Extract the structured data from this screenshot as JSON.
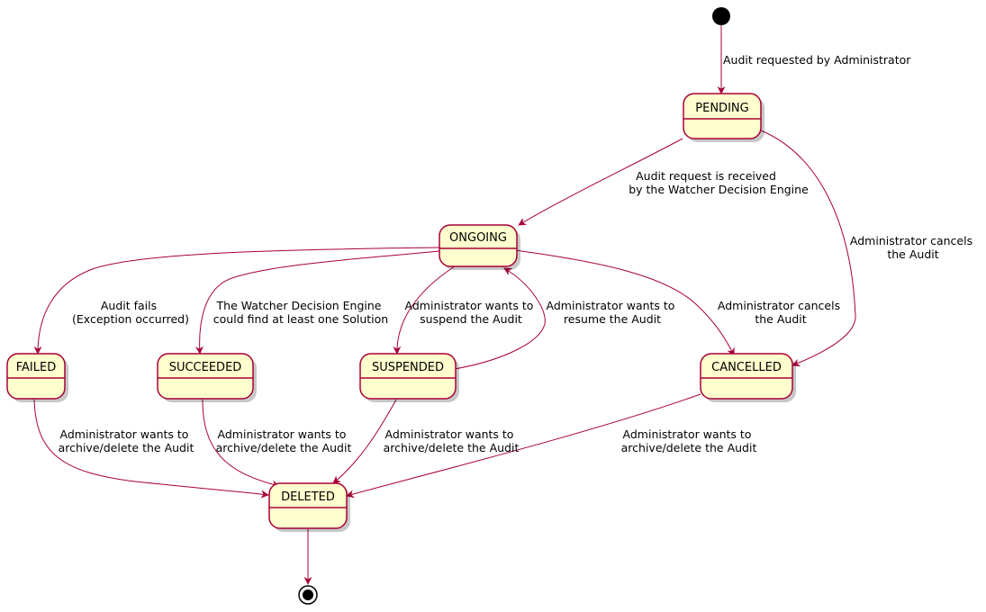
{
  "colors": {
    "state_fill": "#FEFECE",
    "state_border": "#A80036",
    "edge": "#A80036",
    "text": "#000000"
  },
  "states": {
    "pending": "PENDING",
    "ongoing": "ONGOING",
    "failed": "FAILED",
    "succeeded": "SUCCEEDED",
    "suspended": "SUSPENDED",
    "cancelled": "CANCELLED",
    "deleted": "DELETED"
  },
  "transitions": {
    "start_to_pending": [
      "Audit requested by Administrator"
    ],
    "pending_to_ongoing": [
      "Audit request is received",
      "by the Watcher Decision Engine"
    ],
    "pending_to_cancelled": [
      "Administrator cancels",
      "the Audit"
    ],
    "ongoing_to_failed": [
      "Audit fails",
      "(Exception occurred)"
    ],
    "ongoing_to_succeeded": [
      "The Watcher Decision Engine",
      "could find at least one Solution"
    ],
    "ongoing_to_suspended": [
      "Administrator wants to",
      "suspend the Audit"
    ],
    "suspended_to_ongoing": [
      "Administrator wants to",
      "resume the Audit"
    ],
    "ongoing_to_cancelled": [
      "Administrator cancels",
      "the Audit"
    ],
    "failed_to_deleted": [
      "Administrator wants to",
      "archive/delete the Audit"
    ],
    "succeeded_to_deleted": [
      "Administrator wants to",
      "archive/delete the Audit"
    ],
    "suspended_to_deleted": [
      "Administrator wants to",
      "archive/delete the Audit"
    ],
    "cancelled_to_deleted": [
      "Administrator wants to",
      "archive/delete the Audit"
    ]
  }
}
